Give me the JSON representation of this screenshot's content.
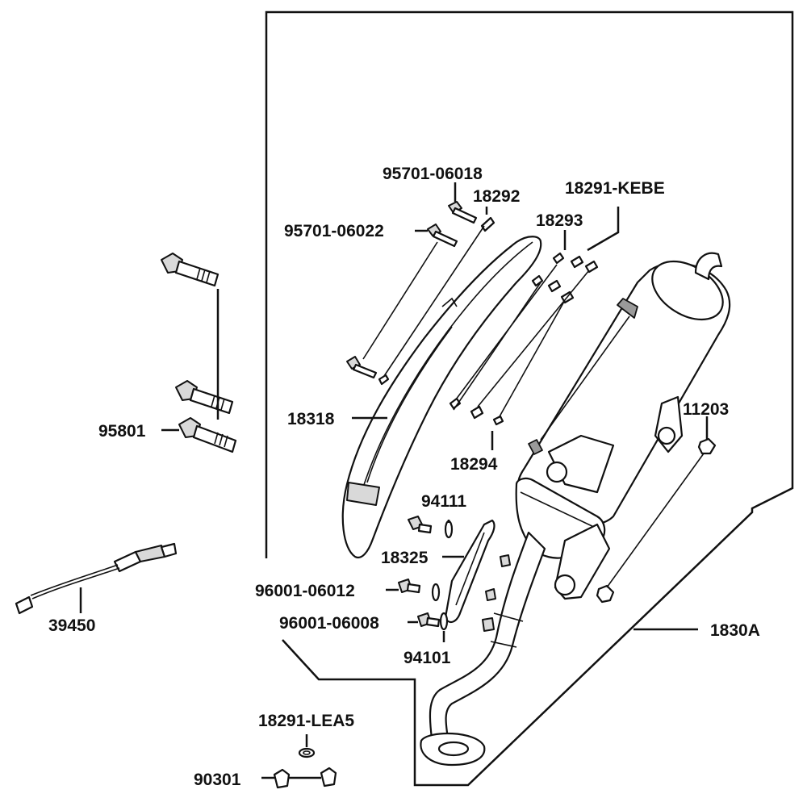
{
  "parts": {
    "p95701_06018": "95701-06018",
    "p18292": "18292",
    "p18291_kebe": "18291-KEBE",
    "p18293": "18293",
    "p95701_06022": "95701-06022",
    "p11203": "11203",
    "p18318": "18318",
    "p95801": "95801",
    "p18294": "18294",
    "p94111": "94111",
    "p18325": "18325",
    "p96001_06012": "96001-06012",
    "p96001_06008": "96001-06008",
    "p94101": "94101",
    "p39450": "39450",
    "p1830a": "1830A",
    "p18291_lea5": "18291-LEA5",
    "p90301": "90301"
  }
}
